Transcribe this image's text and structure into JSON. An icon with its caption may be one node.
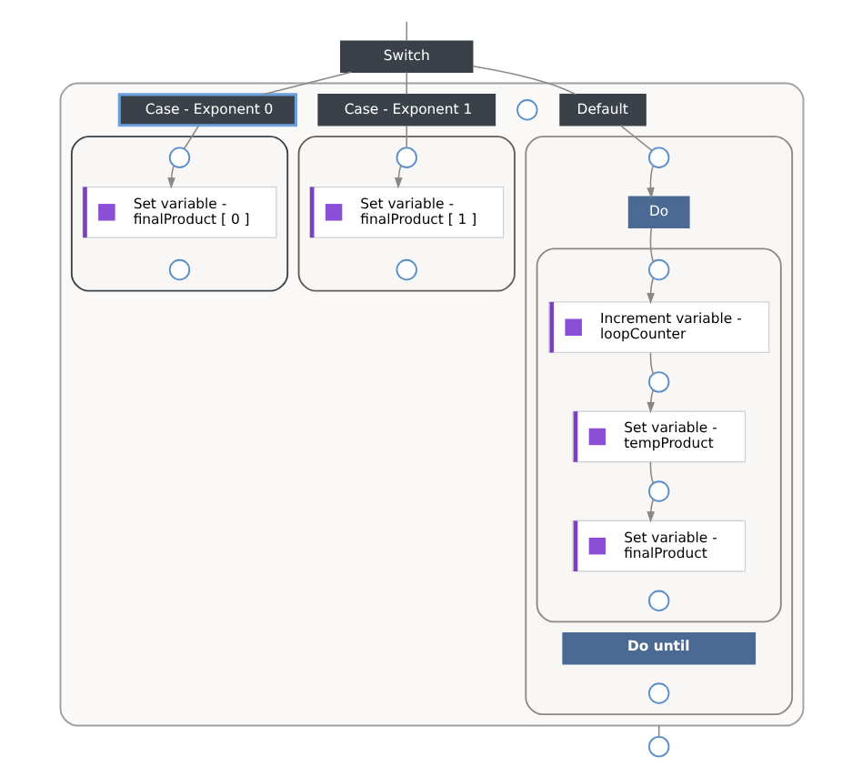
{
  "diagram": {
    "nodes": [
      {
        "text": [
          "Switch"
        ]
      },
      {
        "text": [],
        "shape": "box"
      },
      {
        "text": [
          "Case - Exponent 0"
        ],
        "in": 1
      },
      {
        "text": [],
        "shape": "box",
        "in": 1
      },
      {
        "text": [],
        "shape": "circle",
        "in": 3
      },
      {
        "text": [
          "Set variable - finalProduct [ 0 ]"
        ],
        "in": 3
      },
      {
        "text": [],
        "shape": "circle",
        "in": 3
      },
      {
        "text": [
          "Case - Exponent 1"
        ],
        "in": 1
      },
      {
        "text": [],
        "shape": "box",
        "in": 1
      },
      {
        "text": [],
        "shape": "circle",
        "in": 8
      },
      {
        "text": [
          "Set variable - finalProduct [ 1 ]"
        ],
        "in": 8
      },
      {
        "text": [],
        "shape": "circle",
        "in": 8
      },
      {
        "text": [],
        "shape": "circle",
        "in": 1
      },
      {
        "text": [
          "Default"
        ],
        "in": 1
      },
      {
        "text": [],
        "shape": "box",
        "in": 1
      },
      {
        "text": [],
        "shape": "circle",
        "in": 14
      },
      {
        "text": [
          "Do"
        ],
        "in": 14
      },
      {
        "text": [],
        "shape": "box",
        "in": 14
      },
      {
        "text": [],
        "shape": "circle",
        "in": 17
      },
      {
        "text": [
          "Increment variable - loopCounter"
        ],
        "in": 17
      },
      {
        "text": [],
        "shape": "circle",
        "in": 17
      },
      {
        "text": [
          "Set variable - tempProduct"
        ],
        "in": 17
      },
      {
        "text": [],
        "shape": "circle",
        "in": 17
      },
      {
        "text": [
          "Set variable - finalProduct"
        ],
        "in": 17
      },
      {
        "text": [],
        "shape": "circle",
        "in": 17
      },
      {
        "text": [
          "Do until"
        ],
        "in": 14
      },
      {
        "text": [],
        "shape": "circle",
        "in": 14
      },
      {
        "text": [],
        "shape": "circle"
      }
    ],
    "edges": [
      {
        "from": null,
        "to": 0,
        "arrow": "none"
      },
      {
        "from": 0,
        "to": 2,
        "arrow": "none"
      },
      {
        "from": 0,
        "to": 7,
        "arrow": "none"
      },
      {
        "from": 0,
        "to": 13,
        "arrow": "none"
      },
      {
        "from": 2,
        "to": 4,
        "arrow": "none"
      },
      {
        "from": 4,
        "to": 5,
        "arrow": "to"
      },
      {
        "from": 7,
        "to": 9,
        "arrow": "none"
      },
      {
        "from": 9,
        "to": 10,
        "arrow": "to"
      },
      {
        "from": 13,
        "to": 15,
        "arrow": "none"
      },
      {
        "from": 15,
        "to": 16,
        "arrow": "to"
      },
      {
        "from": 16,
        "to": 18,
        "arrow": "none"
      },
      {
        "from": 18,
        "to": 19,
        "arrow": "to"
      },
      {
        "from": 19,
        "to": 20,
        "arrow": "none"
      },
      {
        "from": 20,
        "to": 21,
        "arrow": "to"
      },
      {
        "from": 21,
        "to": 22,
        "arrow": "none"
      },
      {
        "from": 22,
        "to": 23,
        "arrow": "to"
      },
      {
        "from": 1,
        "to": 27,
        "arrow": "none"
      }
    ]
  }
}
